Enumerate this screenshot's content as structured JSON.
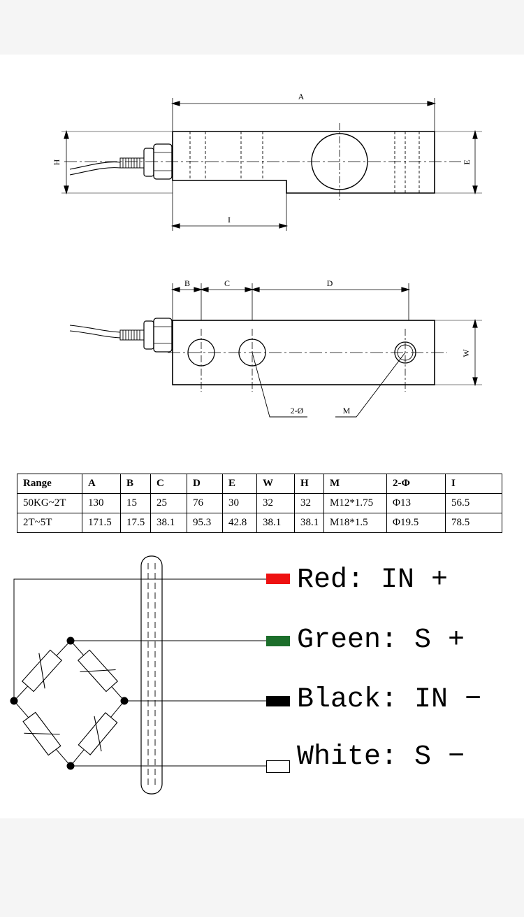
{
  "drawing": {
    "dimension_labels": {
      "A": "A",
      "H": "H",
      "E": "E",
      "I": "I",
      "B": "B",
      "C": "C",
      "D": "D",
      "W": "W",
      "hole_callout": "2-Ø",
      "thread_callout": "M"
    }
  },
  "spec_table": {
    "columns": [
      "Range",
      "A",
      "B",
      "C",
      "D",
      "E",
      "W",
      "H",
      "M",
      "2-Φ",
      "I"
    ],
    "rows": [
      [
        "50KG~2T",
        "130",
        "15",
        "25",
        "76",
        "30",
        "32",
        "32",
        "M12*1.75",
        "Φ13",
        "56.5"
      ],
      [
        "2T~5T",
        "171.5",
        "17.5",
        "38.1",
        "95.3",
        "42.8",
        "38.1",
        "38.1",
        "M18*1.5",
        "Φ19.5",
        "78.5"
      ]
    ]
  },
  "wiring": [
    {
      "label": "Red: IN +",
      "color": "#ee1111"
    },
    {
      "label": "Green: S +",
      "color": "#1c6e2b"
    },
    {
      "label": "Black: IN −",
      "color": "#000000"
    },
    {
      "label": "White: S −",
      "color": "#ffffff"
    }
  ]
}
